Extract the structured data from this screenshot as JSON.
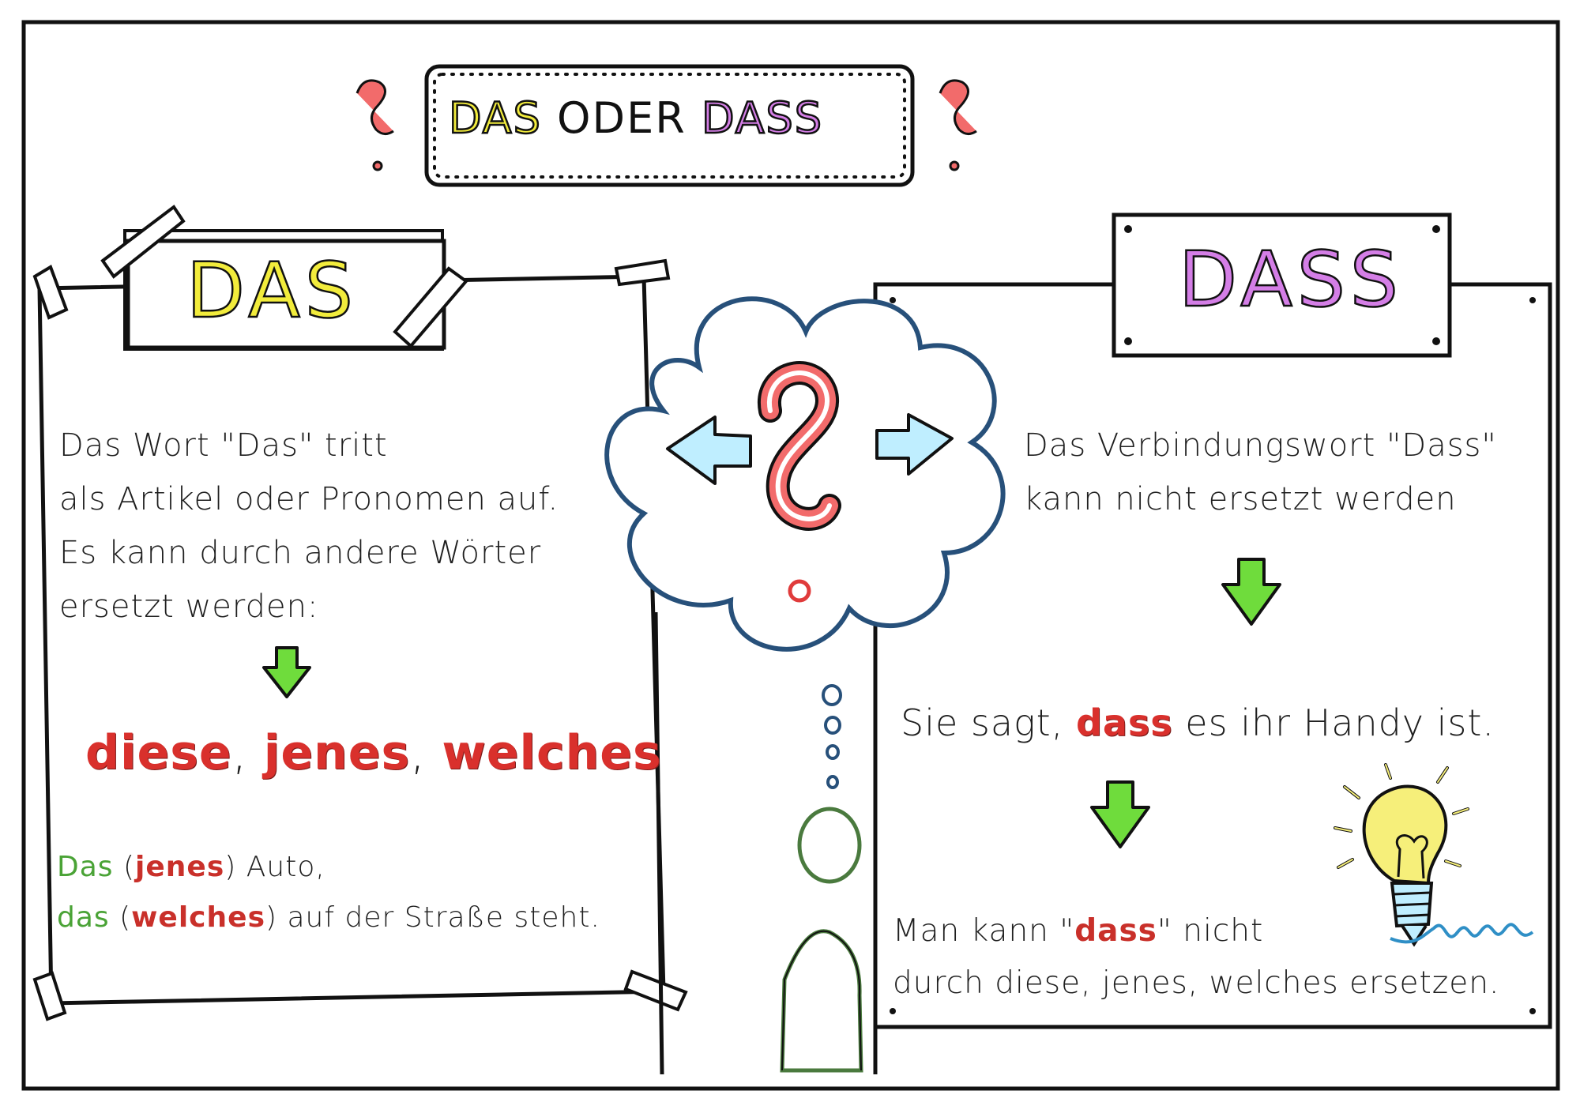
{
  "title": {
    "das": "DAS",
    "oder": "ODER",
    "dass": "DASS"
  },
  "left": {
    "heading": "DAS",
    "lines": [
      "Das Wort \"Das\" tritt",
      "als Artikel oder Pronomen auf.",
      "Es kann durch andere Wörter",
      "ersetzt werden:"
    ],
    "replacements": {
      "w1": "diese",
      "sep1": ", ",
      "w2": "jenes",
      "sep2": ", ",
      "w3": "welches"
    },
    "example": {
      "l1_a": "Das",
      "l1_b": " (",
      "l1_c": "jenes",
      "l1_d": ") Auto,",
      "l2_a": "das",
      "l2_b": " (",
      "l2_c": "welches",
      "l2_d": ") auf der Straße steht."
    }
  },
  "right": {
    "heading": "DASS",
    "lines": [
      "Das Verbindungswort \"Dass\"",
      "kann nicht ersetzt werden"
    ],
    "sentence": {
      "a": "Sie sagt, ",
      "b": "dass",
      "c": " es ihr Handy ist."
    },
    "rule": {
      "l1_a": "Man kann \"",
      "l1_b": "dass",
      "l1_c": "\" nicht",
      "l2": "durch diese, jenes, welches ersetzen."
    }
  },
  "icons": [
    "question-mark-icon",
    "arrow-left-icon",
    "arrow-right-icon",
    "arrow-down-icon",
    "light-bulb-icon",
    "thought-cloud-icon"
  ],
  "colors": {
    "yellow": "#f2ec3c",
    "purple": "#d47ee6",
    "red": "#d9302c",
    "green": "#6fdc3c",
    "cyan": "#bfeeff",
    "cloud_outline": "#27507a"
  }
}
